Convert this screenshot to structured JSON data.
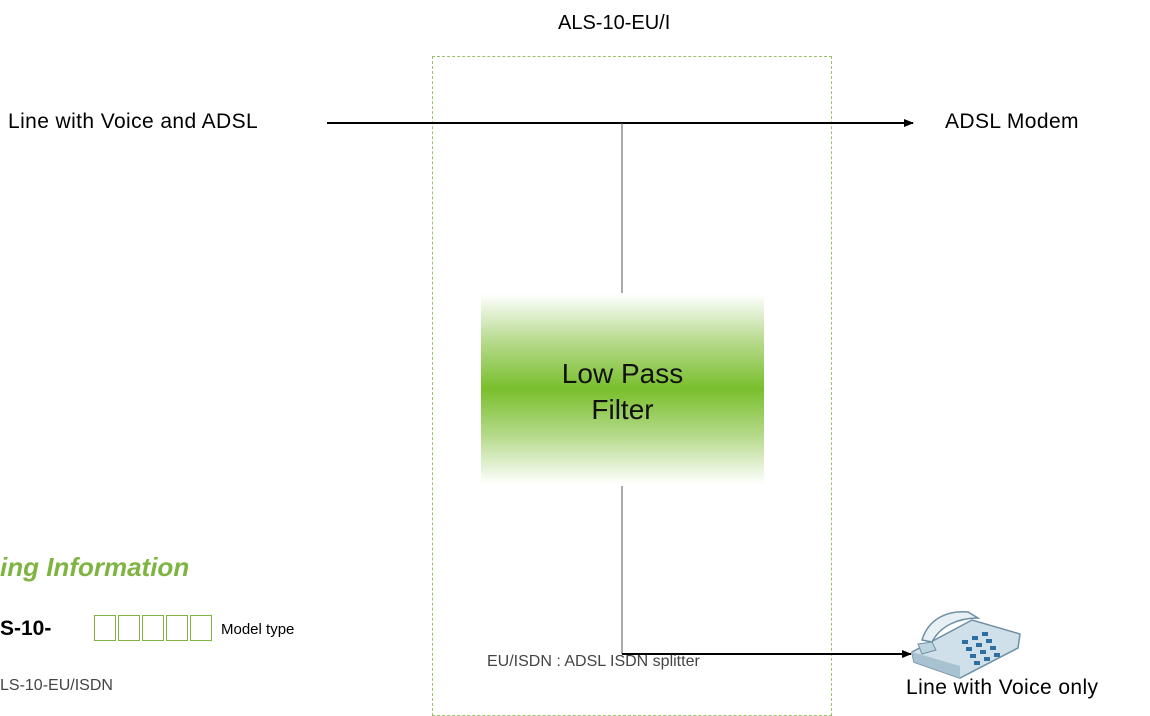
{
  "device": {
    "name": "ALS-10-EU/I"
  },
  "ports": {
    "input": "Line with Voice and ADSL",
    "output_modem": "ADSL Modem",
    "output_voice": "Line with Voice only"
  },
  "filter": {
    "label": "Low Pass\nFilter"
  },
  "ordering": {
    "title": "ing Information",
    "model_prefix": "S-10-",
    "model_type_label": "Model type",
    "option": "EU/ISDN : ADSL ISDN splitter",
    "example": "LS-10-EU/ISDN"
  },
  "colors": {
    "accent": "#7fb442",
    "filter": "#79bf2c",
    "box_border": "#9bc26a"
  },
  "icons": {
    "phone": "telephone-icon"
  }
}
